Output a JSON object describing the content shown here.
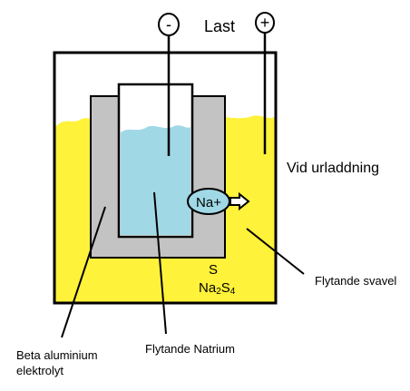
{
  "title": "Last",
  "terminals": {
    "negative": "-",
    "positive": "+"
  },
  "mode_label": "Vid urladdning",
  "ion_label": "Na+",
  "chem": {
    "sulfur": "S",
    "sodium_polysulfide_main": "Na",
    "sodium_polysulfide_sub_a": "2",
    "sodium_polysulfide_mid": "S",
    "sodium_polysulfide_sub_b": "4"
  },
  "labels": {
    "electrolyte_line1": "Beta aluminium",
    "electrolyte_line2": "elektrolyt",
    "liquid_sodium": "Flytande Natrium",
    "liquid_sulfur": "Flytande svavel"
  },
  "colors": {
    "sulfur": "#fff23a",
    "electrolyte": "#c3c3c3",
    "sodium": "#a0d8e6",
    "outline": "#000000"
  }
}
